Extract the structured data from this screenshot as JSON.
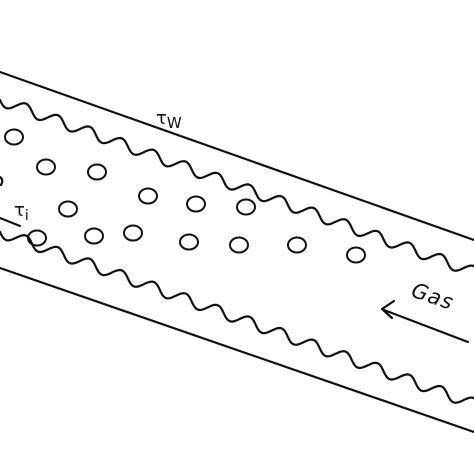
{
  "labels": {
    "wall_tau": "τ",
    "wall_sub": "W",
    "interface_tau": "τ",
    "interface_sub": "i",
    "gas": "Gas"
  },
  "colors": {
    "ink": "#111111",
    "background": "#ffffff"
  },
  "icons": {
    "flow_arrow": "arrow-left-icon"
  }
}
